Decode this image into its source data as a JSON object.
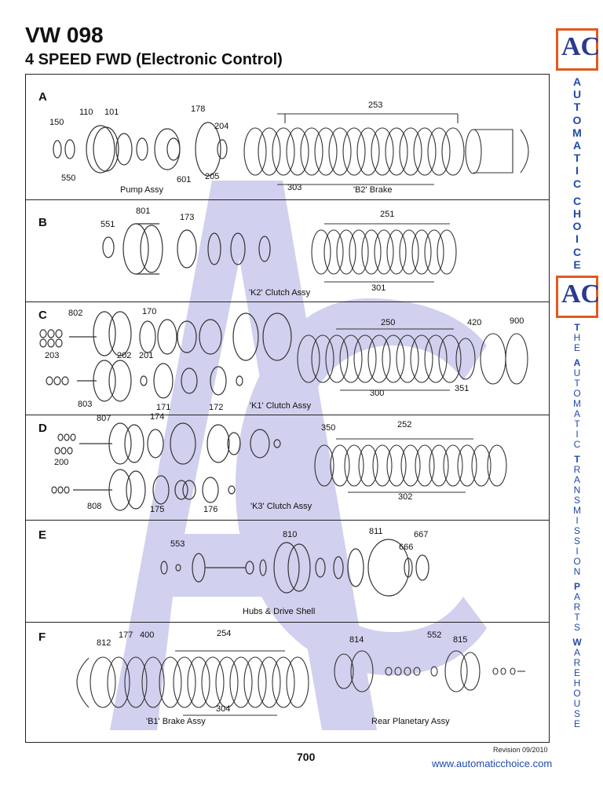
{
  "header": {
    "title": "VW 098",
    "subtitle": "4 SPEED FWD (Electronic Control)"
  },
  "panels": [
    {
      "letter": "A",
      "captions": [
        "Pump Assy",
        "'B2' Brake"
      ],
      "numbers": [
        "150",
        "110",
        "101",
        "178",
        "204",
        "253",
        "550",
        "601",
        "205",
        "303"
      ]
    },
    {
      "letter": "B",
      "captions": [
        "'K2' Clutch Assy"
      ],
      "numbers": [
        "801",
        "551",
        "173",
        "251",
        "301"
      ]
    },
    {
      "letter": "C",
      "captions": [
        "'K1' Clutch Assy"
      ],
      "numbers": [
        "802",
        "170",
        "250",
        "420",
        "900",
        "203",
        "202",
        "201",
        "803",
        "171",
        "172",
        "300",
        "351"
      ]
    },
    {
      "letter": "D",
      "captions": [
        "'K3' Clutch Assy"
      ],
      "numbers": [
        "807",
        "174",
        "350",
        "252",
        "200",
        "808",
        "175",
        "176",
        "302"
      ]
    },
    {
      "letter": "E",
      "captions": [
        "Hubs & Drive Shell"
      ],
      "numbers": [
        "553",
        "810",
        "811",
        "666",
        "667"
      ]
    },
    {
      "letter": "F",
      "captions": [
        "'B1' Brake Assy",
        "Rear Planetary Assy"
      ],
      "numbers": [
        "812",
        "177",
        "400",
        "254",
        "814",
        "552",
        "815",
        "304"
      ]
    }
  ],
  "sidebar": {
    "logo_text": "AC",
    "brand_letters": [
      "A",
      "U",
      "T",
      "O",
      "M",
      "A",
      "T",
      "I",
      "C",
      "",
      "C",
      "H",
      "O",
      "I",
      "C",
      "E"
    ],
    "tagline_letters": [
      "T",
      "H",
      "E",
      "",
      "A",
      "U",
      "T",
      "O",
      "M",
      "A",
      "T",
      "I",
      "C",
      "",
      "T",
      "R",
      "A",
      "N",
      "S",
      "M",
      "I",
      "S",
      "S",
      "I",
      "O",
      "N",
      "",
      "P",
      "A",
      "R",
      "T",
      "S",
      "",
      "W",
      "A",
      "R",
      "E",
      "H",
      "O",
      "U",
      "S",
      "E"
    ]
  },
  "footer": {
    "page_number": "700",
    "revision": "Revision 09/2010",
    "url": "www.automaticchoice.com"
  },
  "colors": {
    "accent_blue": "#1f4aa8",
    "logo_orange": "#e05a1e",
    "watermark": "#c9c8ec"
  }
}
